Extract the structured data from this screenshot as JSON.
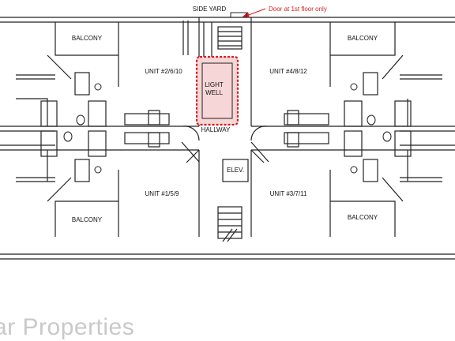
{
  "labels": {
    "side_yard": "SIDE YARD",
    "door_note": "Door at 1st floor only",
    "balcony": "BALCONY",
    "unit_top_left": "UNIT #2/6/10",
    "unit_top_right": "UNIT #4/8/12",
    "unit_bottom_left": "UNIT #1/5/9",
    "unit_bottom_right": "UNIT #3/7/11",
    "light_well_line1": "LIGHT",
    "light_well_line2": "WELL",
    "hallway": "HALLWAY",
    "elevator": "ELEV."
  },
  "watermark": "ar Properties",
  "colors": {
    "line": "#222222",
    "highlight": "#d42020",
    "highlight_fill": "#f6d6d6",
    "watermark": "#c9c9c9"
  }
}
